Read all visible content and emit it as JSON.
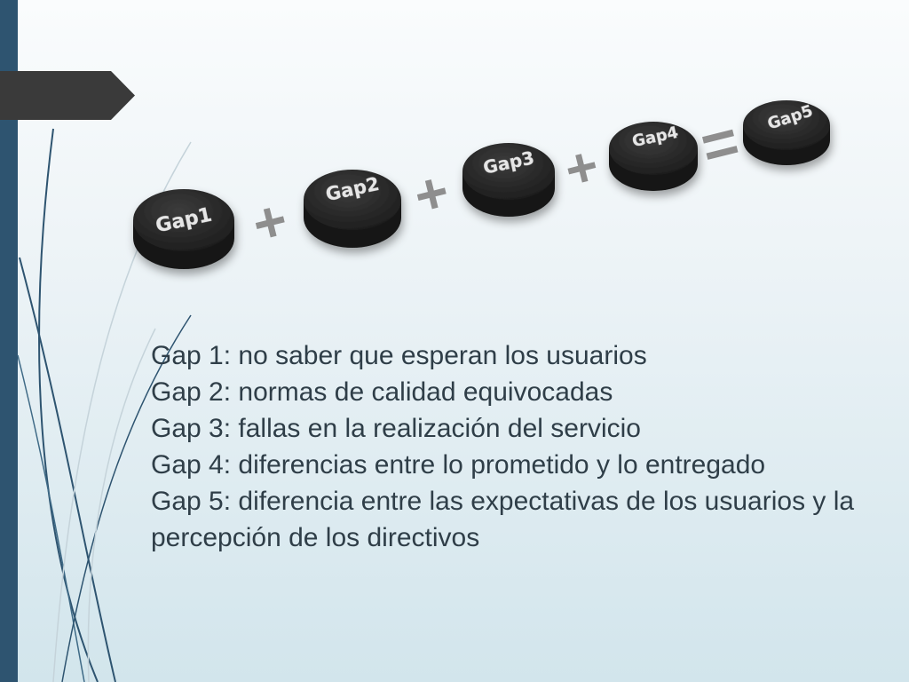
{
  "diagram": {
    "gaps": [
      "Gap1",
      "Gap2",
      "Gap3",
      "Gap4",
      "Gap5"
    ],
    "operators": [
      "+",
      "+",
      "+",
      "="
    ]
  },
  "list": {
    "items": [
      "Gap 1: no saber que esperan los usuarios",
      "Gap 2: normas de calidad equivocadas",
      "Gap 3: fallas en la realización del servicio",
      "Gap 4: diferencias entre lo prometido y lo entregado",
      "Gap 5: diferencia entre las expectativas de los usuarios y la percepción de los directivos"
    ]
  },
  "colors": {
    "sidebar": "#2e5470",
    "title_tab": "#3a3a3a",
    "button": "#262626",
    "text": "#2f3e48"
  }
}
